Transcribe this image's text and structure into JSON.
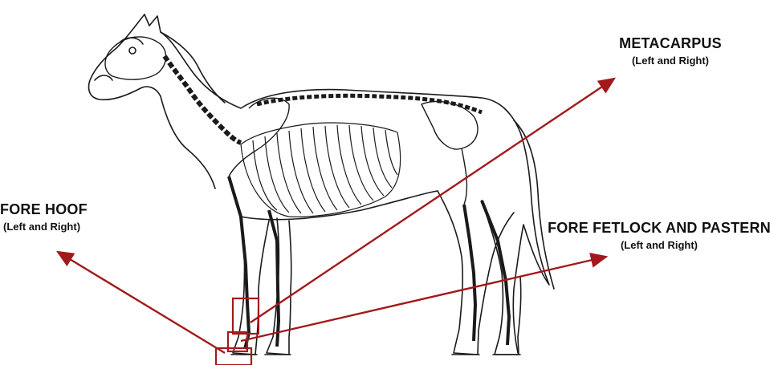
{
  "labels": {
    "metacarpus": {
      "title": "METACARPUS",
      "sub": "(Left and Right)"
    },
    "fore_hoof": {
      "title": "FORE HOOF",
      "sub": "(Left and Right)"
    },
    "fore_fetlock": {
      "title": "FORE FETLOCK AND PASTERN",
      "sub": "(Left and Right)"
    }
  },
  "colors": {
    "pointer": "#a3191b",
    "outline": "#1a1a1a"
  }
}
